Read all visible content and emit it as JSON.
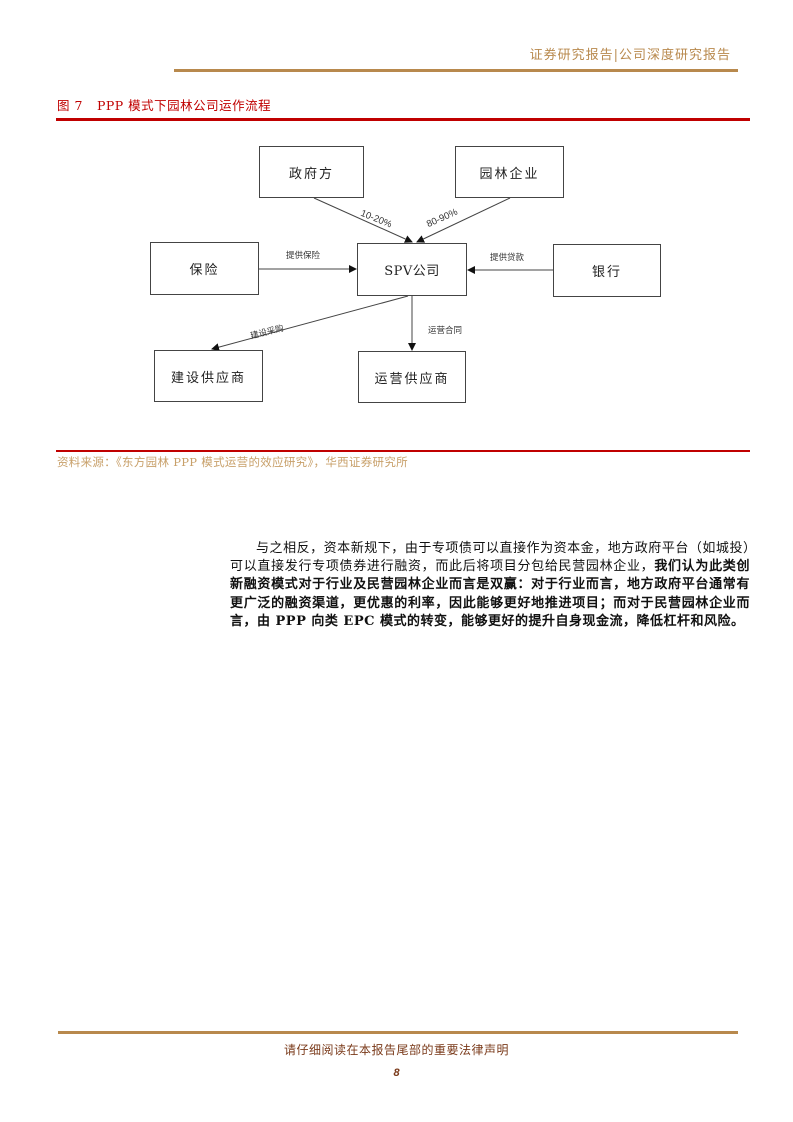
{
  "header": {
    "title": "证券研究报告|公司深度研究报告"
  },
  "figure": {
    "number": "图 7",
    "title": "PPP 模式下园林公司运作流程",
    "nodes": {
      "government": "政府方",
      "garden_company": "园林企业",
      "insurance": "保险",
      "spv": "SPV公司",
      "bank": "银行",
      "construction_supplier": "建设供应商",
      "operation_supplier": "运营供应商"
    },
    "edges": {
      "government_share": "10-20%",
      "company_share": "80-90%",
      "insurance_label": "提供保险",
      "bank_label": "提供贷款",
      "construction_label": "建设采购",
      "operation_label": "运营合同"
    },
    "colors": {
      "title_red": "#c00000",
      "gold": "#b8894d"
    }
  },
  "source": {
    "text": "资料来源：《东方园林 PPP 模式运营的效应研究》，华西证券研究所"
  },
  "body": {
    "paragraph_normal": "与之相反，资本新规下，由于专项债可以直接作为资本金，地方政府平台（如城投）可以直接发行专项债券进行融资，而此后将项目分包给民营园林企业，",
    "paragraph_bold": "我们认为此类创新融资模式对于行业及民营园林企业而言是双赢：对于行业而言，地方政府平台通常有更广泛的融资渠道，更优惠的利率，因此能够更好地推进项目；而对于民营园林企业而言，由 PPP 向类 EPC 模式的转变，能够更好的提升自身现金流，降低杠杆和风险。"
  },
  "footer": {
    "disclaimer": "请仔细阅读在本报告尾部的重要法律声明",
    "page_number": "8"
  }
}
